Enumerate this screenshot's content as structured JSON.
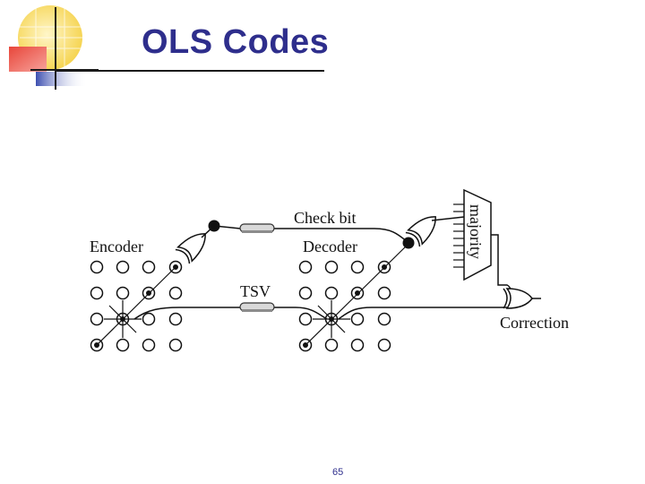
{
  "slide": {
    "title": "OLS Codes",
    "page_number": "65"
  },
  "diagram": {
    "labels": {
      "encoder": "Encoder",
      "decoder": "Decoder",
      "check_bit": "Check bit",
      "tsv": "TSV",
      "majority": "majority",
      "correction": "Correction"
    }
  },
  "colors": {
    "title": "#2e2e8c",
    "logo_yellow": "#f5d24a",
    "logo_red": "#e8463a",
    "logo_blue": "#3d4fb0"
  }
}
